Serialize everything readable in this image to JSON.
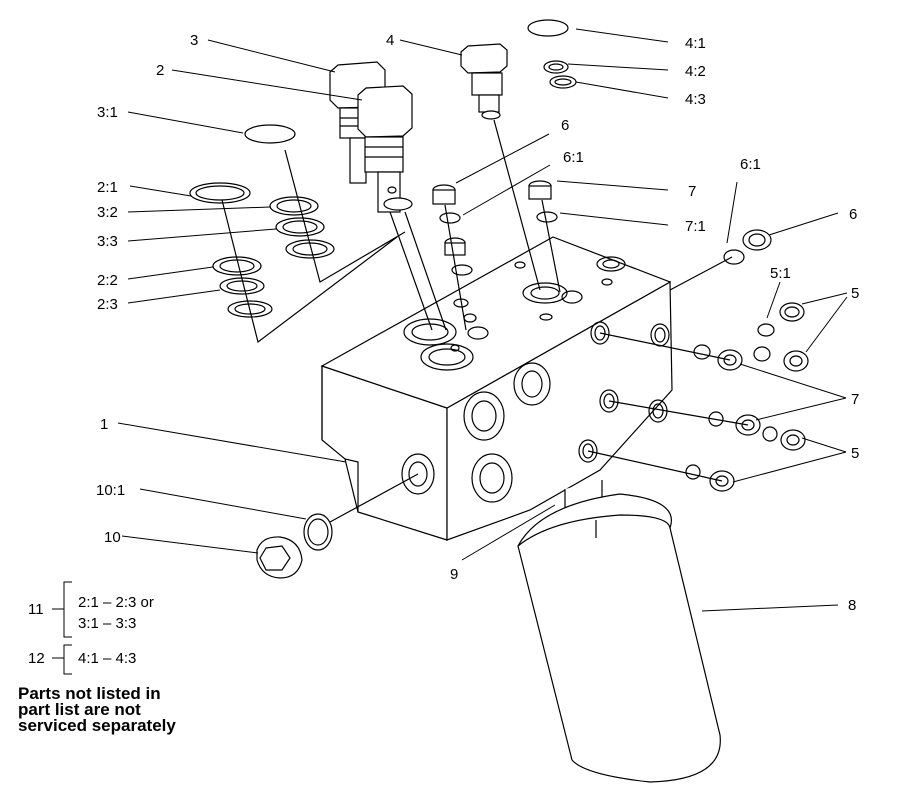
{
  "callouts": {
    "c1": "1",
    "c2": "2",
    "c2_1": "2:1",
    "c2_2": "2:2",
    "c2_3": "2:3",
    "c3": "3",
    "c3_1": "3:1",
    "c3_2": "3:2",
    "c3_3": "3:3",
    "c4": "4",
    "c4_1": "4:1",
    "c4_2": "4:2",
    "c4_3": "4:3",
    "c5a": "5",
    "c5b": "5",
    "c5_1": "5:1",
    "c6a": "6",
    "c6b": "6",
    "c6_1a": "6:1",
    "c6_1b": "6:1",
    "c7a": "7",
    "c7b": "7",
    "c7_1": "7:1",
    "c8": "8",
    "c9": "9",
    "c10": "10",
    "c10_1": "10:1"
  },
  "kits": {
    "k11_num": "11",
    "k11_line1": "2:1 – 2:3 or",
    "k11_line2": "3:1 – 3:3",
    "k12_num": "12",
    "k12_line1": "4:1 – 4:3"
  },
  "note": {
    "line1": "Parts not listed in",
    "line2": "part list are not",
    "line3": "serviced separately"
  }
}
